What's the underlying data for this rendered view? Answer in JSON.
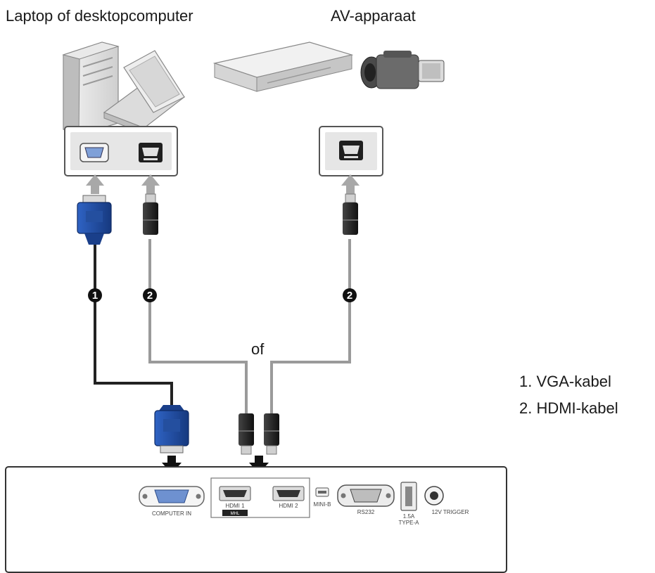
{
  "labels": {
    "source_computer": "Laptop of desktopcomputer",
    "source_av": "AV-apparaat",
    "or": "of"
  },
  "legend": {
    "items": [
      "1. VGA-kabel",
      "2. HDMI-kabel"
    ]
  },
  "cable_badges": [
    "1",
    "2",
    "2"
  ],
  "panel_ports": {
    "computer_in": "COMPUTER IN",
    "hdmi1": "HDMI 1",
    "hdmi1_sub": "MHL",
    "hdmi2": "HDMI 2",
    "mini_b": "MINI-B",
    "rs232": "RS232",
    "usb": "1.5A",
    "usb_sub": "TYPE-A",
    "trigger": "12V TRIGGER"
  },
  "colors": {
    "vga_connector": "#1f4fa8",
    "hdmi_connector": "#222222",
    "cable_vga": "#222222",
    "cable_hdmi": "#9a9a9a",
    "arrow_gray": "#a8a8a8",
    "port_panel": "#e6e6e6"
  },
  "icons": {
    "computer": "desktop-tower-laptop-icon",
    "av_device": "dvd-player-camcorder-icon",
    "projector_panel": "projector-rear-panel-icon"
  }
}
